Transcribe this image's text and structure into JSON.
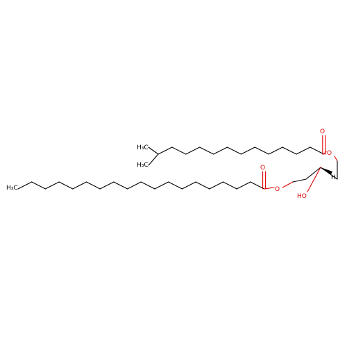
{
  "molecule": {
    "labels": {
      "methyl_upper": "H₃C",
      "methyl_lower": "H₃C",
      "methyl_long_chain": "H₃C",
      "carbonyl_oxygen_upper": "O",
      "ester_oxygen_upper": "O",
      "carbonyl_oxygen_lower": "O",
      "ester_oxygen_lower": "O",
      "hydroxyl": "HO",
      "stereo_hydrogen": "H"
    },
    "colors": {
      "bond": "#000000",
      "heteroatom": "#e00000"
    }
  }
}
